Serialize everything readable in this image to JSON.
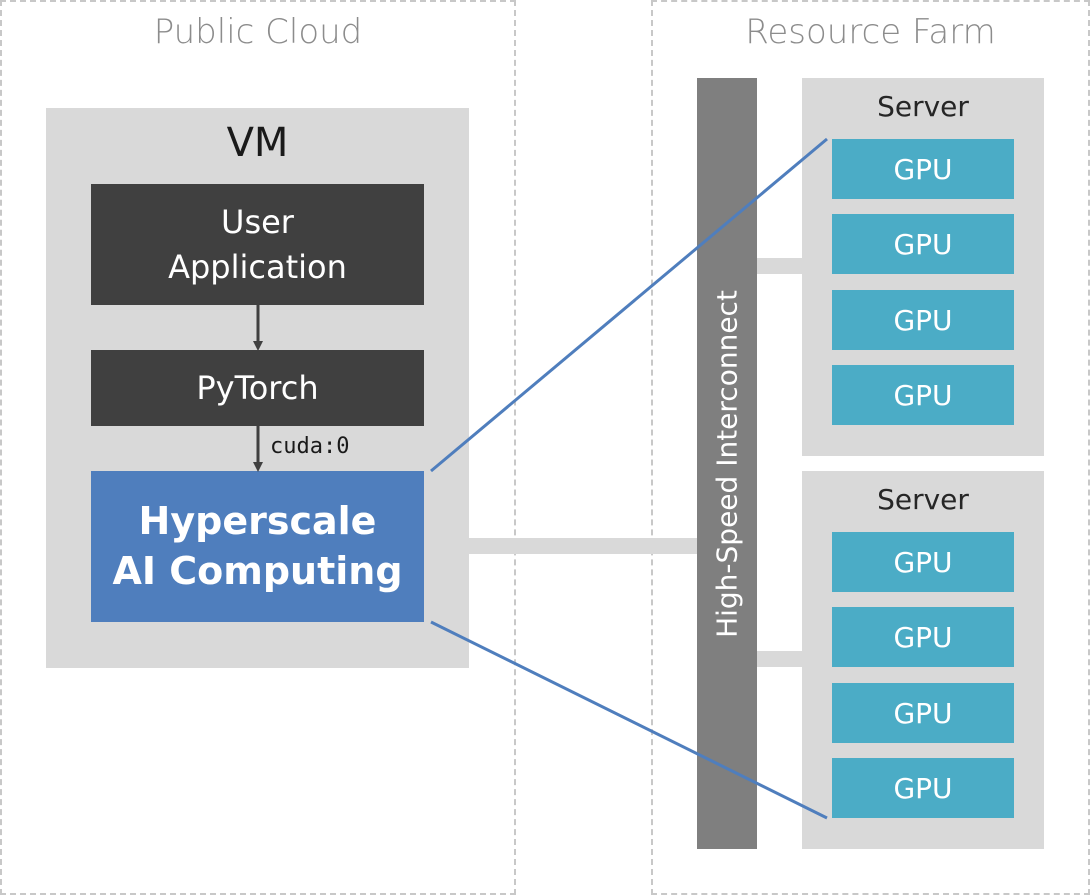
{
  "regions": {
    "public_cloud": "Public Cloud",
    "resource_farm": "Resource Farm"
  },
  "vm": {
    "title": "VM",
    "user_application": [
      "User",
      "Application"
    ],
    "pytorch": "PyTorch",
    "device_label": "cuda:0",
    "hyperscale": [
      "Hyperscale",
      "AI Computing"
    ]
  },
  "interconnect": {
    "label": "High-Speed Interconnect"
  },
  "servers": [
    {
      "title": "Server",
      "gpus": [
        "GPU",
        "GPU",
        "GPU",
        "GPU"
      ]
    },
    {
      "title": "Server",
      "gpus": [
        "GPU",
        "GPU",
        "GPU",
        "GPU"
      ]
    }
  ],
  "colors": {
    "panel": "#d9d9d9",
    "dark_box": "#404040",
    "hyperscale_blue": "#4f7ebd",
    "gpu_teal": "#4bacc6",
    "interconnect": "#7f7f7f",
    "link_line": "#4f7ebd"
  }
}
